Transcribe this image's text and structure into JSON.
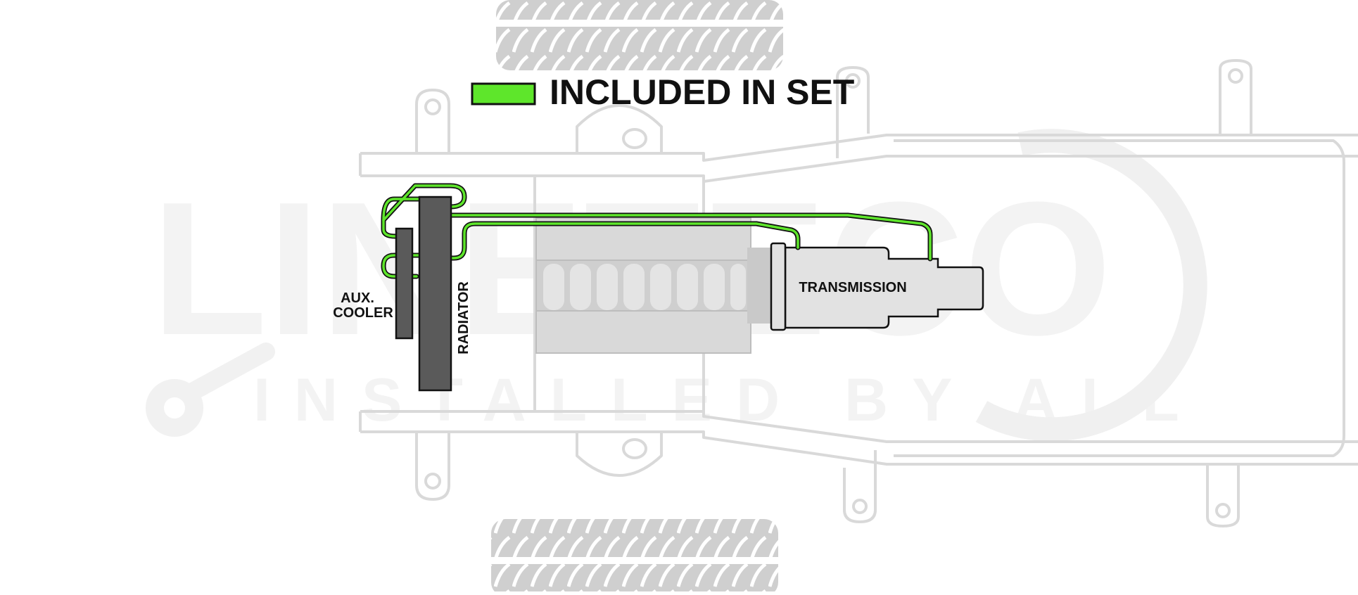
{
  "legend": {
    "label": "INCLUDED IN SET",
    "swatch_color": "#5ee62b"
  },
  "components": {
    "aux_cooler_line1": "AUX.",
    "aux_cooler_line2": "COOLER",
    "radiator": "RADIATOR",
    "transmission": "TRANSMISSION"
  },
  "watermark": {
    "brand": "LINETECO",
    "tagline": "INSTALLED BY ALL"
  },
  "colors": {
    "included_line": "#5ee62b",
    "frame_outline": "#d9d9d9",
    "tire": "#cfcfcf",
    "engine": "#d4d4d4",
    "radiator": "#5a5a5a",
    "transmission": "#e2e2e2",
    "outline": "#111111"
  }
}
